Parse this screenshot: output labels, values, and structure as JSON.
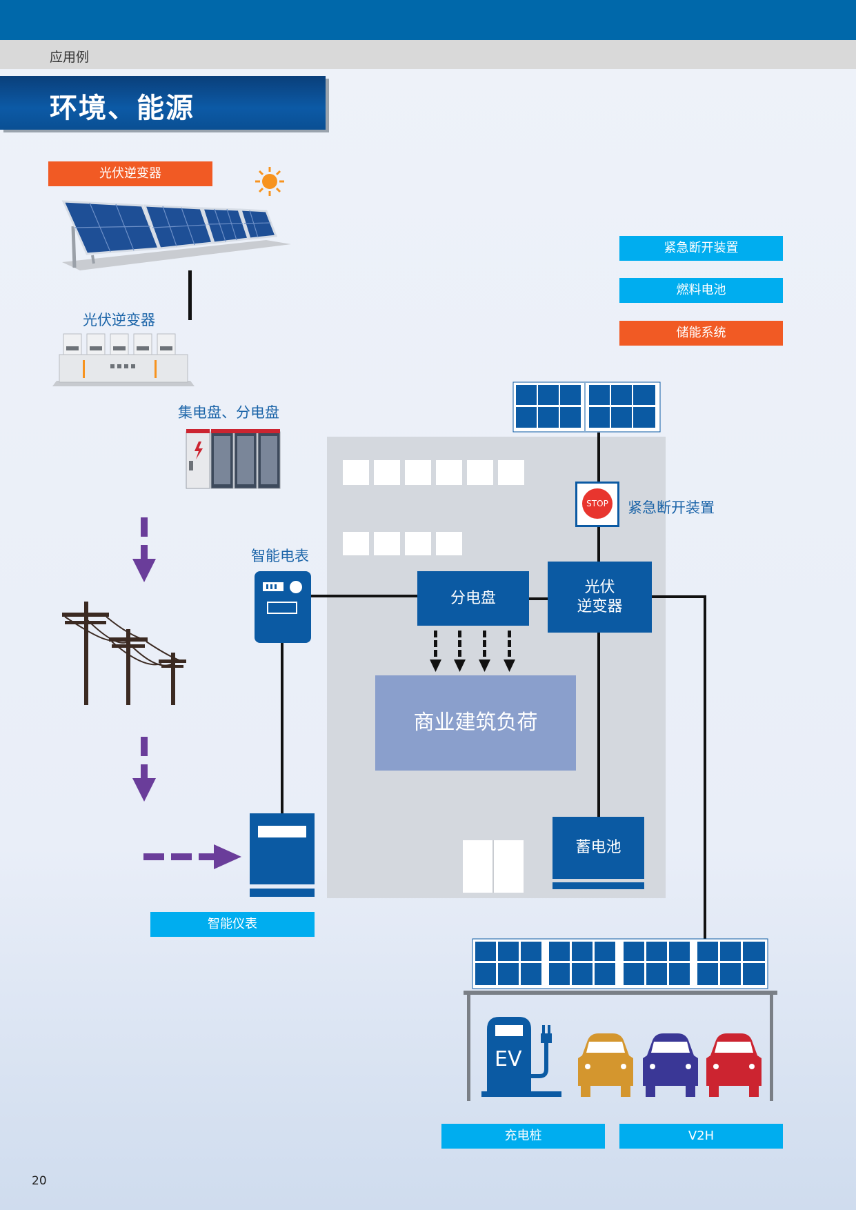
{
  "header": {
    "breadcrumb": "应用例",
    "title": "环境、能源"
  },
  "tags": {
    "pv_inverter_top": "光伏逆变器",
    "emergency_disconnect": "紧急断开装置",
    "fuel_cell": "燃料电池",
    "energy_storage": "储能系统",
    "smart_meter": "智能仪表",
    "charging_pile": "充电桩",
    "v2h": "V2H"
  },
  "labels": {
    "pv_inverter": "光伏逆变器",
    "switchboards": "集电盘、分电盘",
    "smart_electric_meter": "智能电表",
    "emergency_disconnect": "紧急断开装置",
    "stop_sign": "STOP",
    "distribution_board": "分电盘",
    "pv_inverter_box_line1": "光伏",
    "pv_inverter_box_line2": "逆变器",
    "commercial_load": "商业建筑负荷",
    "battery": "蓄电池",
    "ev_text": "EV"
  },
  "footer": {
    "page_number": "20"
  },
  "colors": {
    "top_bar": "#0068aa",
    "accent_orange": "#f15a24",
    "accent_cyan": "#00adef",
    "device_blue": "#0b5aa3",
    "flow_purple": "#6a3d9a",
    "load_box": "#8a9fcc",
    "car_orange": "#d4962e",
    "car_blue": "#3a3796",
    "car_red": "#cc2430"
  }
}
